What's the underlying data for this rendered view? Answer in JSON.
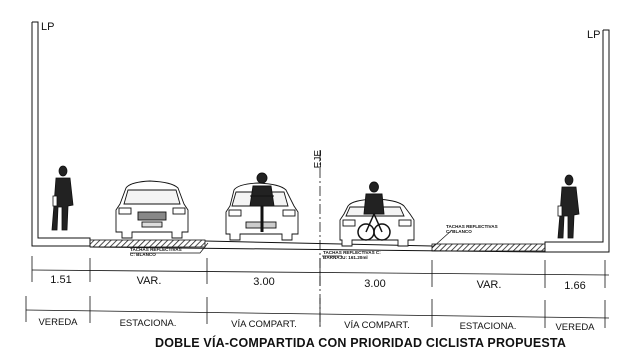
{
  "labels": {
    "lp_left": "LP",
    "lp_right": "LP",
    "eje": "EJE",
    "title": "DOBLE VÍA-COMPARTIDA CON PRIORIDAD CICLISTA PROPUESTA"
  },
  "notes": {
    "left": [
      "TACHAS REFLECTIVAS",
      "C: BLANCO"
    ],
    "center": [
      "TACHAS REFLECTIVAS C:",
      "BARNAJU: 161.20ml"
    ],
    "right": [
      "TACHAS REFLECTIVAS",
      "C: BLANCO"
    ]
  },
  "dimensions": [
    "1.51",
    "VAR.",
    "3.00",
    "3.00",
    "VAR.",
    "1.66"
  ],
  "lanes": [
    "VEREDA",
    "ESTACIONA.",
    "VÍA COMPART.",
    "VÍA COMPART.",
    "ESTACIONA.",
    "VEREDA"
  ],
  "figures": [
    "pedestrian",
    "parked-car",
    "cyclist-and-car",
    "centerline",
    "cyclist-and-car",
    "pedestrian"
  ]
}
